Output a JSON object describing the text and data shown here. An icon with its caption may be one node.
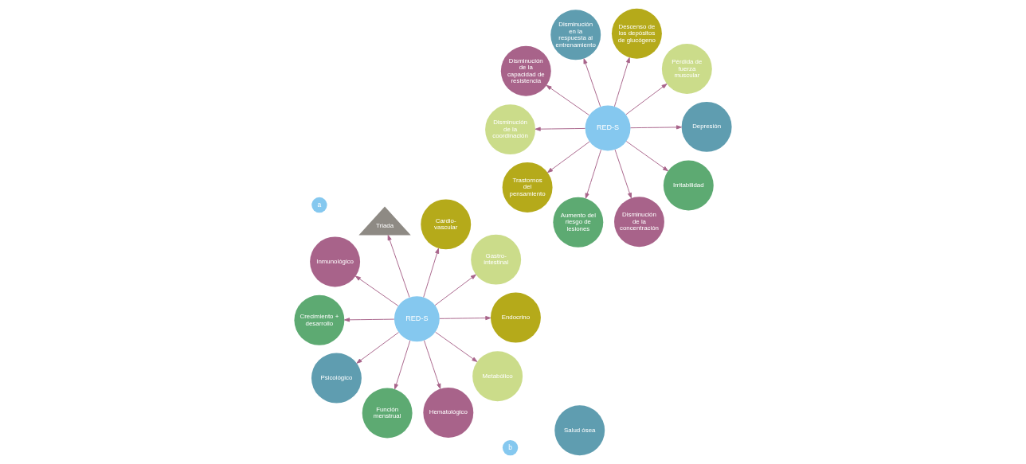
{
  "diagram": {
    "nodes": [
      {
        "text": [
          "a"
        ]
      },
      {
        "text": [
          "Inmunológico"
        ]
      },
      {
        "text": [
          "Gastro- intestinal"
        ]
      },
      {
        "text": [
          "Función menstrual"
        ]
      },
      {
        "text": [
          "Triada"
        ]
      },
      {
        "text": [
          "Salud ósea"
        ]
      },
      {
        "text": [
          "Cardio- vascular"
        ]
      },
      {
        "text": [
          "RED-S"
        ]
      },
      {
        "text": [
          "Psicológico"
        ]
      },
      {
        "text": [
          "Endocrino"
        ]
      },
      {
        "text": [
          "Crecimiento + desarrollo"
        ]
      },
      {
        "text": [
          "Metabólico"
        ]
      },
      {
        "text": [
          "Hematológico"
        ]
      },
      {
        "text": [
          "b"
        ]
      },
      {
        "text": [
          "Disminución de la capacidad de resistencia"
        ]
      },
      {
        "text": [
          "Pérdida de fuerza muscular"
        ]
      },
      {
        "text": [
          "Aumento del riesgo de lesiones"
        ]
      },
      {
        "text": [
          "Disminución en la respuesta al entrenamiento"
        ]
      },
      {
        "text": [
          "Descenso de los depósitos de glucógeno"
        ]
      },
      {
        "text": [
          "RED-S"
        ]
      },
      {
        "text": [
          "Trastornos del pensamiento"
        ]
      },
      {
        "text": [
          "Depresión"
        ]
      },
      {
        "text": [
          "Disminución de la coordinación"
        ]
      },
      {
        "text": [
          "Irritabilidad"
        ]
      },
      {
        "text": [
          "Disminución de la concentración"
        ]
      }
    ],
    "edges": [
      {
        "from": 7,
        "to": 1,
        "arrow": "to"
      },
      {
        "from": 7,
        "to": 3,
        "arrow": "to"
      },
      {
        "from": 7,
        "to": 4,
        "arrow": "to"
      },
      {
        "from": 7,
        "to": 9,
        "arrow": "to"
      },
      {
        "from": 7,
        "to": 11,
        "arrow": "to"
      },
      {
        "from": 7,
        "to": 12,
        "arrow": "to"
      },
      {
        "from": 7,
        "to": 10,
        "arrow": "to"
      },
      {
        "from": 7,
        "to": 8,
        "arrow": "to"
      },
      {
        "from": 7,
        "to": 6,
        "arrow": "to"
      },
      {
        "from": 7,
        "to": 2,
        "arrow": "to"
      },
      {
        "from": 19,
        "to": 14,
        "arrow": "to"
      },
      {
        "from": 19,
        "to": 16,
        "arrow": "to"
      },
      {
        "from": 19,
        "to": 17,
        "arrow": "to"
      },
      {
        "from": 19,
        "to": 20,
        "arrow": "to"
      },
      {
        "from": 19,
        "to": 22,
        "arrow": "to"
      },
      {
        "from": 19,
        "to": 24,
        "arrow": "to"
      },
      {
        "from": 19,
        "to": 23,
        "arrow": "to"
      },
      {
        "from": 19,
        "to": 21,
        "arrow": "to"
      },
      {
        "from": 19,
        "to": 18,
        "arrow": "to"
      },
      {
        "from": 19,
        "to": 15,
        "arrow": "to"
      }
    ]
  }
}
